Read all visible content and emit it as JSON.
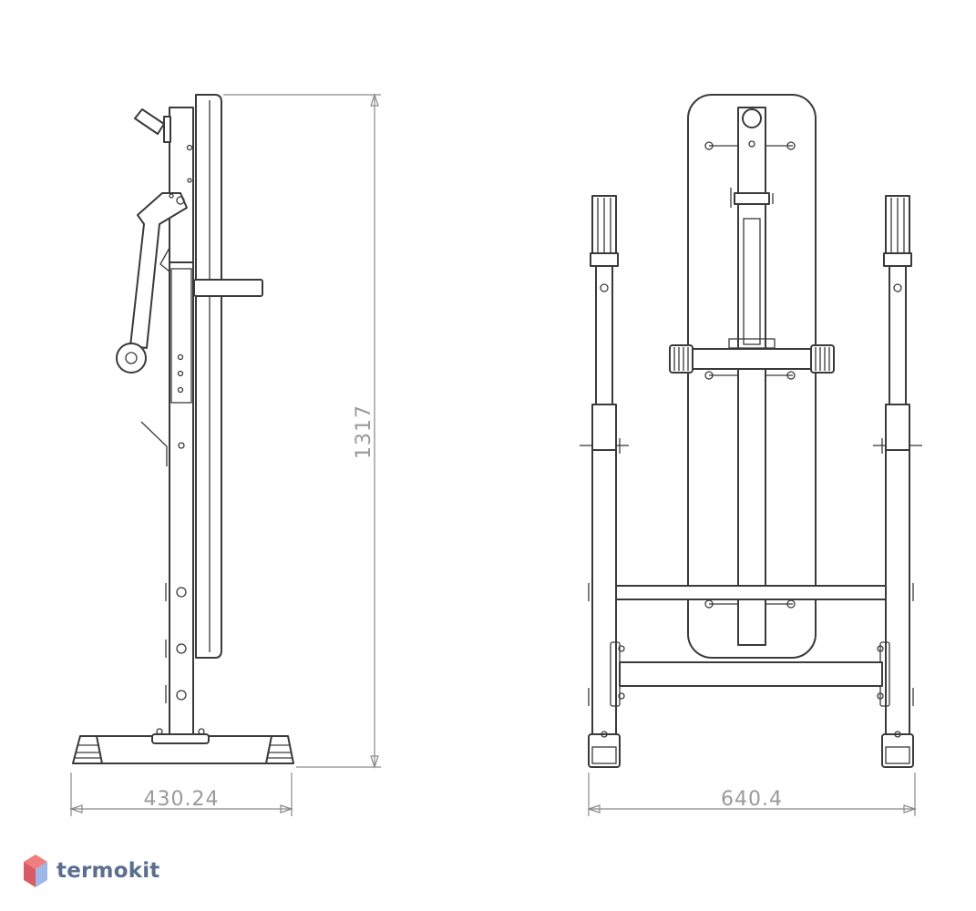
{
  "dimensions": {
    "side_width": "430.24",
    "front_width": "640.4",
    "height": "1317"
  },
  "brand": {
    "name": "termokit",
    "colors": {
      "top": "#f07e7e",
      "left": "#d95b66",
      "right": "#9fb7e6",
      "text": "#5a6f8e"
    }
  }
}
